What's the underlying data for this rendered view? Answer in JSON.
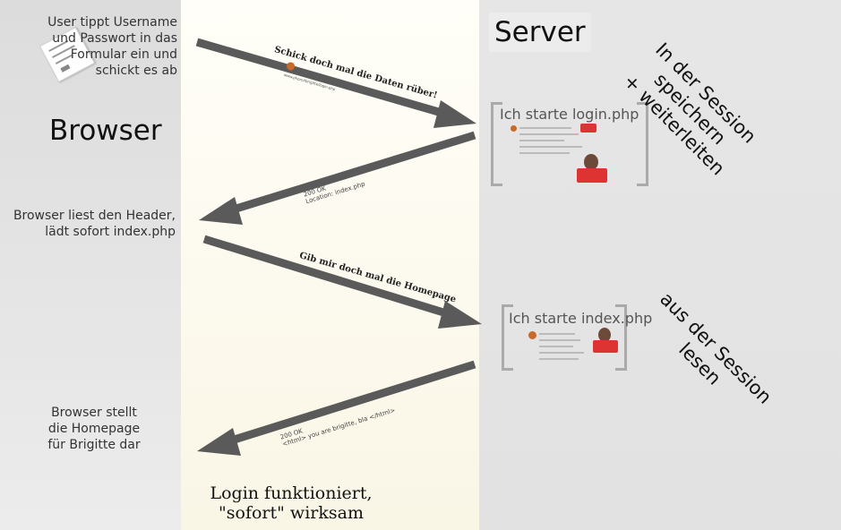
{
  "regions": {
    "browser_label": "Browser",
    "server_label": "Server"
  },
  "notes": {
    "step1": [
      "User tippt Username",
      "und Passwort in das",
      "Formular ein und",
      "schickt es ab"
    ],
    "step2": [
      "Browser liest den Header,",
      "lädt sofort index.php"
    ],
    "step3": [
      "Browser stellt",
      "die Homepage",
      "für Brigitte dar"
    ]
  },
  "messages": {
    "request1": "Schick doch mal die Daten rüber!",
    "request1_detail": "www.phpmitbrigitte/login.php",
    "response1_status": "200 OK",
    "response1_header": "Location: index.php",
    "request2": "Gib mir doch mal die Homepage",
    "response2_status": "200 OK",
    "response2_body": "<html> you are brigitte, bla </html>"
  },
  "server_boxes": {
    "login_title": "Ich starte login.php",
    "index_title": "Ich starte index.php"
  },
  "server_notes": {
    "store": [
      "In der Session",
      "speichern",
      "+ weiterleiten"
    ],
    "read": [
      "aus der Session",
      "lesen"
    ]
  },
  "conclusion": [
    "Login funktioniert,",
    "\"sofort\" wirksam"
  ],
  "colors": {
    "arrow": "#5a5a5a",
    "browser_bg": "#e0e0e0",
    "middle_bg": "#fdfbf0",
    "server_bg": "#e4e4e4",
    "bracket": "#aaaaaa",
    "crate": "#dd3333"
  }
}
